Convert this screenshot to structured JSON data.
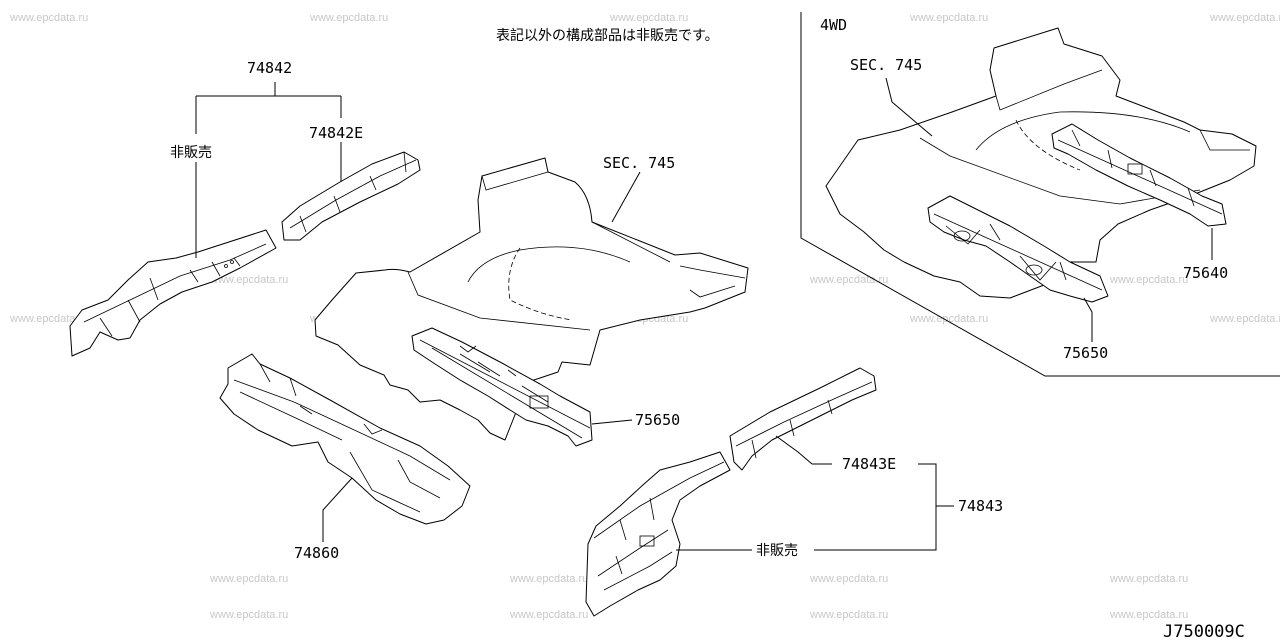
{
  "watermark": "www.epcdata.ru",
  "note": "表記以外の構成部品は非販売です。",
  "variant_label": "4WD",
  "drawing_code": "J750009C",
  "labels": {
    "p74842": "74842",
    "p74842E": "74842E",
    "not_for_sale_left": "非販売",
    "sec745_main": "SEC. 745",
    "p75650_main": "75650",
    "p74860": "74860",
    "p74843E": "74843E",
    "p74843": "74843",
    "not_for_sale_right": "非販売",
    "sec745_4wd": "SEC. 745",
    "p75640": "75640",
    "p75650_4wd": "75650"
  }
}
